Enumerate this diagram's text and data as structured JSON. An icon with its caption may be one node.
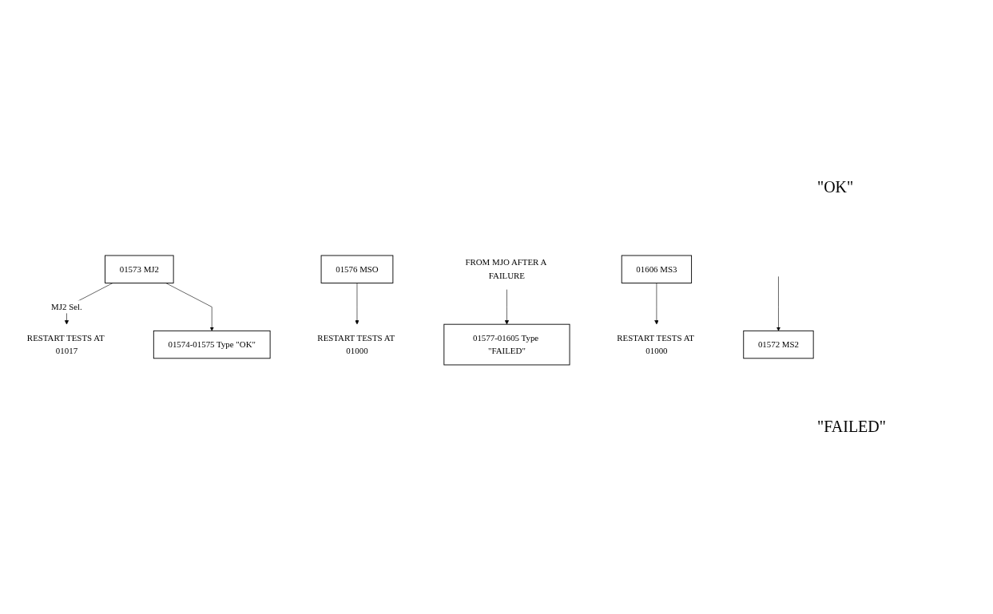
{
  "diagram": {
    "nodes": [
      {
        "text": [
          "RESTART TESTS AT 01017"
        ]
      },
      {
        "text": [
          "01572 MS2"
        ]
      },
      {
        "text": [
          "01573 MJ2"
        ]
      },
      {
        "text": [
          "RESTART TESTS AT 01000"
        ]
      },
      {
        "text": [
          "01574-01575 Type \"OK\""
        ]
      },
      {
        "text": [
          "01576 MSO"
        ]
      },
      {
        "text": [
          "FROM MJO AFTER A FAILURE"
        ]
      },
      {
        "text": [
          "RESTART TESTS AT 01000"
        ]
      },
      {
        "text": [
          "01577-01605 Type \"FAILED\""
        ]
      },
      {
        "text": [
          "01606 MS3"
        ]
      }
    ],
    "edges": [
      {
        "from": null,
        "to": 1,
        "arrow": "to"
      },
      {
        "from": 2,
        "to": 0,
        "arrow": "to",
        "label": "MJ2 Sel."
      },
      {
        "from": 2,
        "to": 4,
        "arrow": "to"
      },
      {
        "from": 5,
        "to": 3,
        "arrow": "to"
      },
      {
        "from": 6,
        "to": 8,
        "arrow": "to"
      },
      {
        "from": 9,
        "to": 7,
        "arrow": "to"
      }
    ],
    "labels": [
      "\"OK\"",
      "\"FAILED\""
    ]
  }
}
